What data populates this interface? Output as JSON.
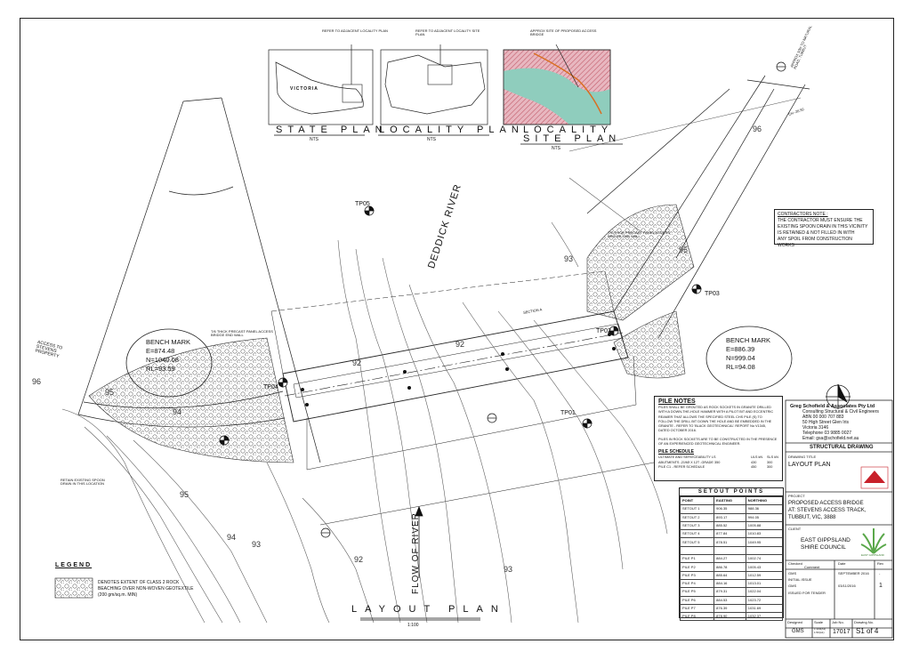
{
  "drawing": {
    "title": "LAYOUT PLAN",
    "scale": "1:100",
    "flow_label": "FLOW OF RIVER",
    "river_label": "DEDDICK RIVER",
    "section_label": "SECTION A"
  },
  "key_plans": [
    {
      "caption": "REFER TO ADJACENT LOCALITY PLAN",
      "title": "STATE PLAN",
      "sub": "NTS",
      "map_label": "VICTORIA"
    },
    {
      "caption": "REFER TO ADJACENT LOCALITY SITE PLAN",
      "title": "LOCALITY PLAN",
      "sub": "NTS"
    },
    {
      "caption": "APPROX SITE OF PROPOSED ACCESS BRIDGE",
      "title": "LOCALITY SITE PLAN",
      "sub": "NTS"
    }
  ],
  "bench_marks": [
    {
      "title": "BENCH MARK",
      "e": "E=874.48",
      "n": "N=1040.08",
      "rl": "RL=93.59"
    },
    {
      "title": "BENCH MARK",
      "e": "E=886.39",
      "n": "N=999.04",
      "rl": "RL=94.08"
    }
  ],
  "survey_points": [
    "TP05",
    "TP04",
    "TP03",
    "TP02",
    "TP01"
  ],
  "contour_labels": [
    "96",
    "95",
    "94",
    "95",
    "94",
    "93",
    "92",
    "92",
    "93",
    "92",
    "93",
    "95",
    "96"
  ],
  "access_labels": {
    "stevens": "ACCESS TO STEVENS PROPERTY",
    "retain": "RETAIN EXISTING SPOON DRAIN IN THIS LOCATION",
    "panel_left": "T/6 THICK PRECAST PANEL ACCESS BRIDGE END WALL",
    "panel_right": "T/6 THICK PRECAST PANEL ACCESS BRIDGE END WALL",
    "road": "APPROX 10m TO NATURAL ROAD, TUBBUT",
    "ch": "CH -26.50"
  },
  "contractors_note": {
    "heading": "CONTRACTORS NOTE :",
    "text": [
      "THE CONTRACTOR MUST ENSURE THE",
      "EXISTING SPOON DRAIN IN THIS VICINITY",
      "IS RETAINED & NOT FILLED IN WITH",
      "ANY SPOIL FROM CONSTRUCTION WORKS"
    ]
  },
  "pile_notes": {
    "heading": "PILE NOTES",
    "notes": [
      "PILES SHALL BE GROUTED AS ROCK SOCKETS IN GRANITE DRILLED",
      "WITH A DOWN-THE-HOLE HAMMER WITH A PILOT BIT AND ECCENTRIC",
      "REAMER THAT ALLOWS THE SPECIFIED STEEL CHS PILE (S) TO",
      "FOLLOW THE DRILL BIT DOWN THE HOLE AND BE EMBEDDED IN THE",
      "GRANITE - REFER TO 'BLACK GEOTECHNICAL' REPORT No V1345,",
      "DATED OCTOBER 2016.",
      "",
      "PILES IN ROCK SOCKETS ARE TO BE CONSTRUCTED IN THE PRESENCE",
      "OF AN EXPERIENCED GEOTECHNICAL ENGINEER."
    ],
    "schedule_heading": "PILE SCHEDULE",
    "schedule": [
      [
        "ULTIMATE AND SERVICEABILITY LS",
        "ULS kN",
        "SLS kN"
      ],
      [
        "ABUTMENTS -219Ø X 12T -GRADE 350",
        "430",
        "300"
      ],
      [
        "PILE C1 - REFER SCHEDULE",
        "450",
        "300"
      ]
    ]
  },
  "setout": {
    "heading": "SETOUT POINTS",
    "columns": [
      "POINT",
      "EASTING",
      "NORTHING"
    ],
    "rows": [
      [
        "SETOUT 1",
        "906.35",
        "988.36"
      ],
      [
        "SETOUT 2",
        "893.17",
        "994.05"
      ],
      [
        "SETOUT 3",
        "885.52",
        "1005.88"
      ],
      [
        "SETOUT 4",
        "877.84",
        "1010.83"
      ],
      [
        "SETOUT 5",
        "878.51",
        "1049.95"
      ],
      [
        "",
        "",
        ""
      ],
      [
        "PILE P1",
        "884.27",
        "1002.74"
      ],
      [
        "PILE P2",
        "886.78",
        "1005.43"
      ],
      [
        "PILE P3",
        "885.64",
        "1012.59"
      ],
      [
        "PILE P4",
        "884.16",
        "1013.01"
      ],
      [
        "PILE P5",
        "879.31",
        "1022.04"
      ],
      [
        "PILE P6",
        "884.53",
        "1023.72"
      ],
      [
        "PILE P7",
        "876.39",
        "1031.69"
      ],
      [
        "PILE P8",
        "878.90",
        "1032.37"
      ]
    ]
  },
  "legend": {
    "heading": "LEGEND",
    "item": [
      "DENOTES EXTENT OF CLASS 2 ROCK",
      "BEACHING OVER NON-WOVEN GEOTEXTILE",
      "(200 gm/sq.m. MIN)"
    ]
  },
  "title_block": {
    "company": "Greg Schofield & Associates Pty Ltd",
    "company_sub": "Consulting Structural & Civil Engineers",
    "abn": "ABN 00 000 707 883",
    "address": [
      "50 High Street Glen Iris",
      "Victoria 3146"
    ],
    "phone": "Telephone 03 9885 0027",
    "email": "Email: gsa@schofield.net.au",
    "discipline": "STRUCTURAL DRAWING",
    "drawing_title_label": "DRAWING TITLE",
    "drawing_title": "LAYOUT PLAN",
    "project_label": "PROJECT",
    "project": [
      "PROPOSED ACCESS BRIDGE",
      "AT: STEVENS ACCESS TRACK,",
      "TUBBUT, VIC, 3888"
    ],
    "client_label": "CLIENT",
    "client": [
      "EAST GIPPSLAND",
      "SHIRE COUNCIL"
    ],
    "client_logo_text": "EAST GIPPSLAND",
    "rev_headers": [
      "Checked",
      "Comment",
      "Date",
      "Rev"
    ],
    "rev_rows": [
      [
        "GMS",
        "",
        "SEPTEMBER 2016",
        "-"
      ],
      [
        "INITIAL ISSUE",
        "",
        "",
        ""
      ],
      [
        "GMS",
        "",
        "03/11/2016",
        "1"
      ],
      [
        "ISSUED FOR TENDER",
        "",
        "",
        ""
      ]
    ],
    "designed_label": "Designed",
    "designed": "GMS",
    "scale_label": "Scale",
    "scale": "1:100(A3) 1:50(A1)",
    "job_label": "Job No.",
    "job": "17017",
    "drawing_no_label": "Drawing No.",
    "drawing_no": "S1 of 4"
  },
  "colors": {
    "line": "#222222",
    "hatch": "#555555",
    "logo_green": "#5aa84a",
    "logo_red": "#c8202a"
  }
}
